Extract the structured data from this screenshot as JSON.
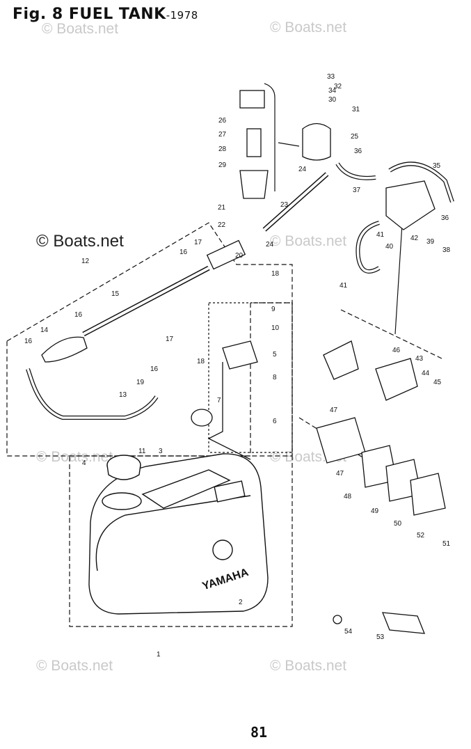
{
  "title": {
    "prefix": "Fig. 8",
    "name": "FUEL  TANK",
    "year": "-1978"
  },
  "page_number": "81",
  "watermarks": [
    {
      "text": "© Boats.net"
    },
    {
      "text": "© Boats.net"
    },
    {
      "text": "© Boats.net"
    },
    {
      "text": "© Boats.net"
    },
    {
      "text": "© Boats.net"
    },
    {
      "text": "© Boats.net"
    },
    {
      "text": "© Boats.net"
    },
    {
      "text": "© Boats.net"
    }
  ],
  "tank_brand": "YAMAHA",
  "callouts": [
    "1",
    "2",
    "3",
    "4",
    "5",
    "6",
    "7",
    "8",
    "9",
    "10",
    "11",
    "12",
    "13",
    "14",
    "15",
    "16",
    "16",
    "16",
    "16",
    "17",
    "17",
    "18",
    "18",
    "19",
    "20",
    "21",
    "22",
    "23",
    "24",
    "24",
    "25",
    "26",
    "27",
    "28",
    "29",
    "30",
    "31",
    "32",
    "33",
    "34",
    "35",
    "36",
    "36",
    "37",
    "38",
    "39",
    "40",
    "41",
    "41",
    "42",
    "43",
    "44",
    "45",
    "46",
    "47",
    "47",
    "48",
    "49",
    "50",
    "51",
    "52",
    "53",
    "54"
  ]
}
